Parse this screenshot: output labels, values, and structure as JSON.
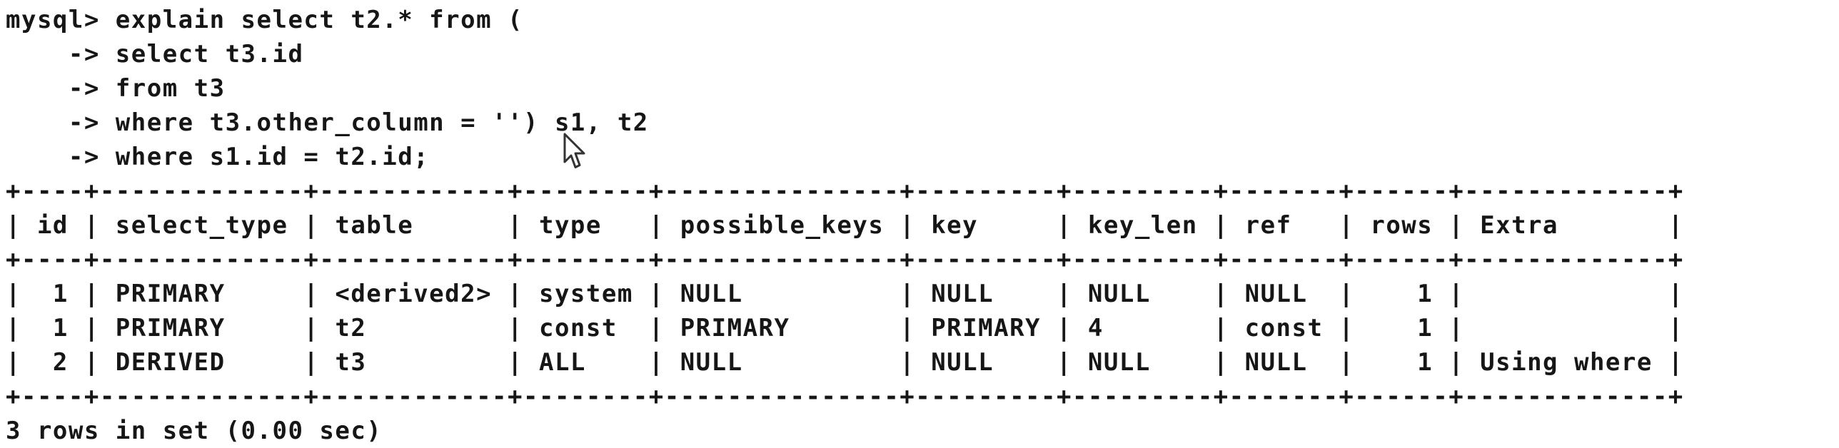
{
  "terminal": {
    "lines": [
      "mysql> explain select t2.* from (",
      "    -> select t3.id",
      "    -> from t3",
      "    -> where t3.other_column = '') s1, t2",
      "    -> where s1.id = t2.id;",
      "+----+-------------+------------+--------+---------------+---------+---------+-------+------+-------------+",
      "| id | select_type | table      | type   | possible_keys | key     | key_len | ref   | rows | Extra       |",
      "+----+-------------+------------+--------+---------------+---------+---------+-------+------+-------------+",
      "|  1 | PRIMARY     | <derived2> | system | NULL          | NULL    | NULL    | NULL  |    1 |             |",
      "|  1 | PRIMARY     | t2         | const  | PRIMARY       | PRIMARY | 4       | const |    1 |             |",
      "|  2 | DERIVED     | t3         | ALL    | NULL          | NULL    | NULL    | NULL  |    1 | Using where |",
      "+----+-------------+------------+--------+---------------+---------+---------+-------+------+-------------+",
      "3 rows in set (0.00 sec)"
    ]
  },
  "cursor_icon": "mouse-pointer-icon"
}
